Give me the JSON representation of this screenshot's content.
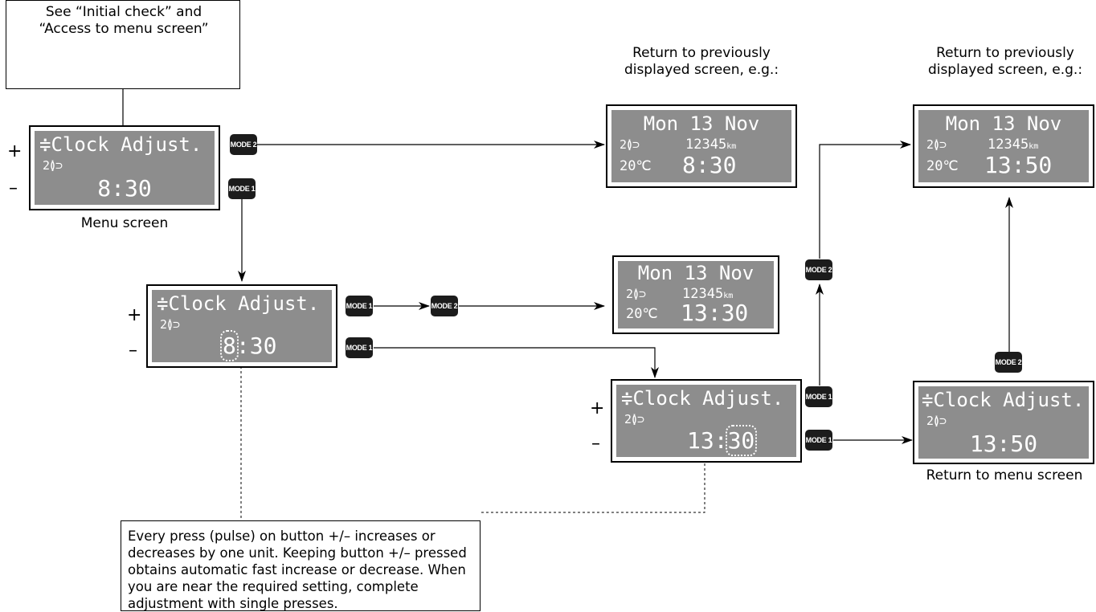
{
  "intro_box": "See “Initial check” and “Access to menu screen”",
  "menu_caption": "Menu screen",
  "return_prev_1": "Return to previously displayed screen, e.g.:",
  "return_prev_2": "Return to previously displayed screen, e.g.:",
  "return_menu_caption": "Return to menu screen",
  "note": "Every press (pulse) on button +/– increases or decreases by one unit. Keeping button +/– pressed obtains automatic fast increase or decrease. When you are near the required setting, complete adjustment with single presses.",
  "plus": "+",
  "minus": "–",
  "buttons": {
    "mode1": "MODE 1",
    "mode2": "MODE 2"
  },
  "menu_display": {
    "line1": "≑Clock Adjust.",
    "gear": "2≬⊃",
    "time": "8:30"
  },
  "adjust_hour_display": {
    "line1": "≑Clock Adjust.",
    "gear": "2≬⊃",
    "hour": "8",
    "minutes": ":30"
  },
  "adjust_min_display": {
    "line1": "≑Clock Adjust.",
    "gear": "2≬⊃",
    "hour": "13:",
    "minutes": "30"
  },
  "final_menu_display": {
    "line1": "≑Clock Adjust.",
    "gear": "2≬⊃",
    "time": "13:50"
  },
  "dash_top": {
    "date": "Mon 13 Nov",
    "gear": "2≬⊃",
    "odo": "12345",
    "unit": "km",
    "temp": "20℃",
    "time": "8:30"
  },
  "dash_mid": {
    "date": "Mon 13 Nov",
    "gear": "2≬⊃",
    "odo": "12345",
    "unit": "km",
    "temp": "20℃",
    "time": "13:30"
  },
  "dash_right": {
    "date": "Mon 13 Nov",
    "gear": "2≬⊃",
    "odo": "12345",
    "unit": "km",
    "temp": "20℃",
    "time": "13:50"
  }
}
